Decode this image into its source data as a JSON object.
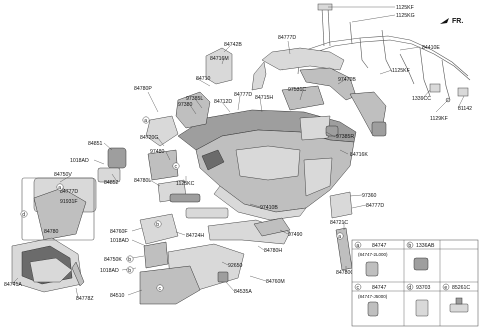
{
  "direction_label": "FR.",
  "labels": {
    "l1125KF_a": "1125KF",
    "l1125KG": "1125KG",
    "l84410E": "84410E",
    "l84777D_top": "84777D",
    "l84742B": "84742B",
    "l84716M": "84716M",
    "l84710": "84710",
    "l1125KF_b": "1125KF",
    "l97470B": "97470B",
    "l1339CC": "1339CC",
    "l81142": "81142",
    "l1129KF": "1129KF",
    "l84780P": "84780P",
    "l84777D_mid": "84777D",
    "l97385L": "97385L",
    "l97380": "97380",
    "l84712D": "84712D",
    "l84715H": "84715H",
    "l97531C": "97531C",
    "l97385R": "97385R",
    "l84716K": "84716K",
    "l84720G": "84720G",
    "l97480": "97480",
    "l84851": "84851",
    "l1018AD_a": "1018AD",
    "l84852": "84852",
    "l84780L": "84780L",
    "l1125KC": "1125KC",
    "l84750V": "84750V",
    "l84777D_a": "84777D",
    "l91931F": "91931F",
    "l97410B": "97410B",
    "l97360": "97360",
    "l84777D_r": "84777D",
    "l84721C": "84721C",
    "l84780": "84780",
    "l84760F": "84760F",
    "l84724H": "84724H",
    "l1018AD_b": "1018AD",
    "l97490": "97490",
    "l84780H": "84780H",
    "l84750K": "84750K",
    "l1018AD_c": "1018AD",
    "l92650": "92650",
    "l84760M": "84760M",
    "l84741A": "84741A",
    "l84778Z": "84778Z",
    "l84510": "84510",
    "l84535A": "84535A",
    "l84780Q": "84780Q"
  },
  "callouts": {
    "a": "a",
    "b": "b",
    "c": "c",
    "d": "d"
  },
  "legend": {
    "cells": [
      {
        "letter": "a",
        "part": "84747",
        "sub": "(84747-2L000)"
      },
      {
        "letter": "b",
        "part": "1336AB",
        "sub": ""
      },
      {
        "letter": "c",
        "part": "84747",
        "sub": "(84747-J5000)"
      },
      {
        "letter": "d",
        "part": "93703",
        "sub": ""
      },
      {
        "letter": "e",
        "part": "85261C",
        "sub": ""
      }
    ]
  }
}
